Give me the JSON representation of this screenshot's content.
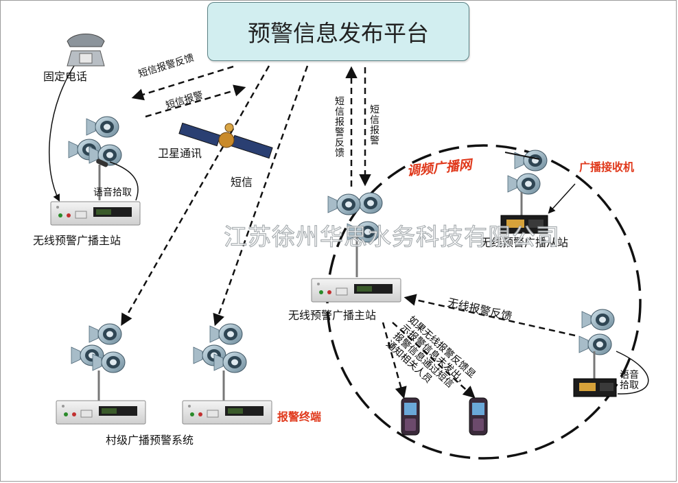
{
  "platform": {
    "title": "预警信息发布平台"
  },
  "labels": {
    "fixed_phone": "固定电话",
    "sms_alarm_feedback_left": "短信报警反馈",
    "sms_alarm_left": "短信报警",
    "satellite": "卫星通讯",
    "voice_pickup_main": "语音拾取",
    "main_station_left": "无线预警广播主站",
    "sms_mid": "短信",
    "sms_alarm_feedback_vert": "短信报警反馈",
    "sms_alarm_vert": "短信报警",
    "fm_network": "调频广播网",
    "receiver": "广播接收机",
    "slave_station": "无线预警广播从站",
    "main_station_right": "无线预警广播主站",
    "wireless_feedback": "无线报警反馈",
    "voice_pickup_right": "语音拾取",
    "rotated_note_1": "如果无线报警反馈显",
    "rotated_note_2": "示报警信息未发出，",
    "rotated_note_3": "报警信息通过短信",
    "rotated_note_4": "通知相关人员",
    "alarm_terminal": "报警终端",
    "village_system": "村级广播预警系统",
    "watermark": "江苏徐州华思水务科技有限公司"
  },
  "colors": {
    "platform_fill": "#d2eef0",
    "accent_red": "#e0391c",
    "line": "#111111"
  },
  "icons": [
    "telephone-icon",
    "satellite-icon",
    "horn-speaker-icon",
    "broadcast-unit-icon",
    "radio-receiver-icon",
    "mobile-phone-icon",
    "microphone-icon"
  ]
}
